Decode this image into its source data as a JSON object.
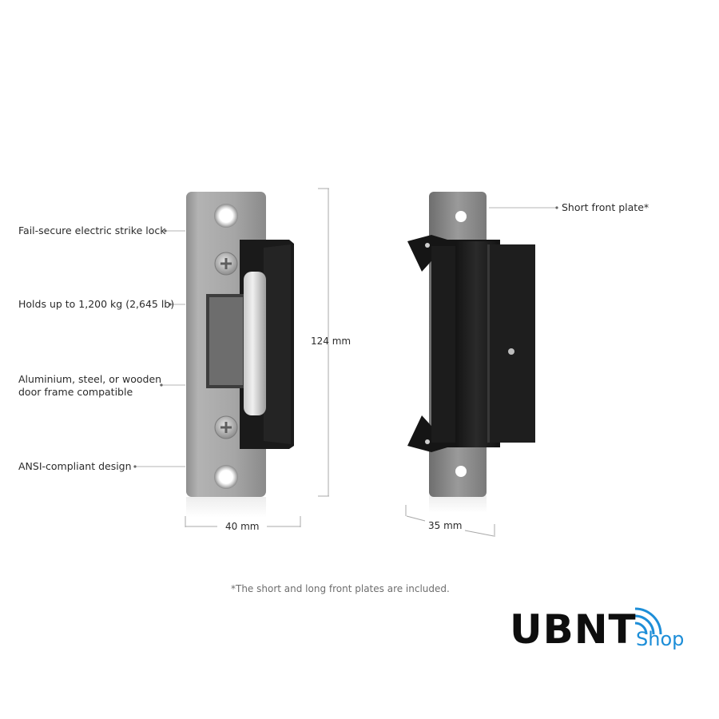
{
  "features": {
    "fail_secure": "Fail-secure electric strike lock",
    "holds": "Holds up to 1,200 kg (2,645 lb)",
    "frame_line1": "Aluminium, steel, or wooden",
    "frame_line2": "door frame compatible",
    "ansi": "ANSI-compliant design",
    "short_plate": "Short front plate*"
  },
  "dimensions": {
    "height": "124 mm",
    "width": "40 mm",
    "depth": "35 mm"
  },
  "footnote": "*The short and long front plates are included.",
  "logo": {
    "main": "UBNT",
    "sub": "Shop",
    "sub_color": "#1d8ed8"
  },
  "colors": {
    "steel": "#a9a9a9",
    "body": "#1c1c1c"
  }
}
